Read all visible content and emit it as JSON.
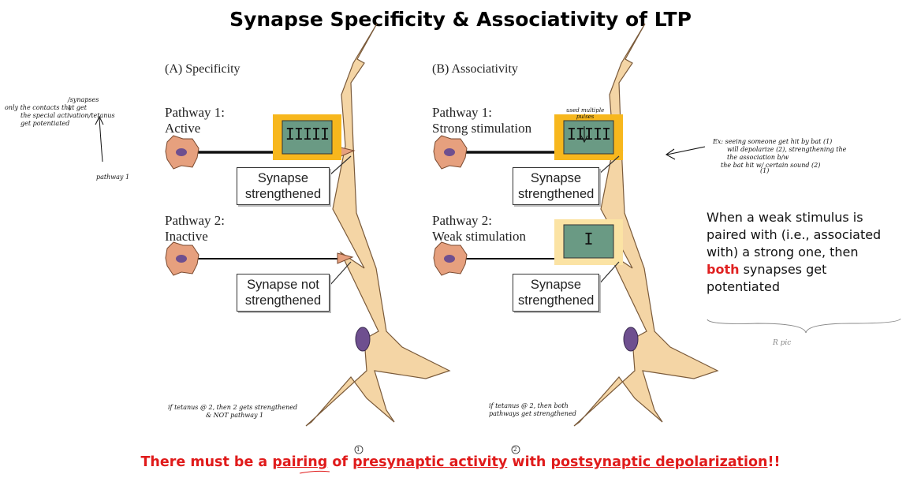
{
  "title": "Synapse Specificity & Associativity of LTP",
  "panel_a": {
    "title": "(A) Specificity",
    "pathway1": [
      "Pathway 1:",
      "Active"
    ],
    "pathway2": [
      "Pathway 2:",
      "Inactive"
    ],
    "stim_bars": "IIIII",
    "box1": [
      "Synapse",
      "strengthened"
    ],
    "box2": [
      "Synapse not",
      "strengthened"
    ]
  },
  "panel_b": {
    "title": "(B) Associativity",
    "pathway1": [
      "Pathway 1:",
      "Strong stimulation"
    ],
    "pathway2": [
      "Pathway 2:",
      "Weak stimulation"
    ],
    "stim_bars_strong": "IIIII",
    "stim_bars_weak": "I",
    "box1": [
      "Synapse",
      "strengthened"
    ],
    "box2": [
      "Synapse",
      "strengthened"
    ]
  },
  "handwritten": {
    "left_note": [
      "/synapses",
      "only the contacts that get",
      "the special activation/tetanus",
      "get potentiated"
    ],
    "left_pathway": "pathway 1",
    "bottom_a": [
      "if tetanus @ 2, then 2 gets strengthened",
      "& NOT pathway 1"
    ],
    "bottom_b": [
      "if tetanus @ 2, then both",
      "pathways get strengthened"
    ],
    "multiple_pulses": [
      "used multiple",
      "pulses"
    ],
    "right_note": [
      "Ex: seeing someone get hit by bat (1)",
      "will depolarize (2), strengthening the",
      "the association b/w",
      "the bat hit w/ certain sound (2)"
    ],
    "right_note_sub": "(1)",
    "brace_label": "R pic"
  },
  "typed_note": {
    "line1": "When a weak stimulus is",
    "line2": "paired with (i.e., associated",
    "line3": "with) a strong one, then",
    "line4_em": "both",
    "line4_rest": " synapses get",
    "line5": "potentiated"
  },
  "footer": {
    "p1": "There must be a ",
    "p2": "pairing",
    "p3": " of ",
    "p4": "presynaptic activity",
    "p5": " with ",
    "p6": "postsynaptic depolarization",
    "p7": "!!",
    "marker1": "1",
    "marker2": "2"
  },
  "colors": {
    "neuron_fill": "#f4d5a5",
    "soma_fill": "#e6a07e",
    "nucleus_fill": "#6e4f8f",
    "stim_orange": "#f7b71d",
    "stim_pale": "#fbe3a4",
    "stim_green": "#6a9a84",
    "footer_red": "#e01b1b"
  }
}
